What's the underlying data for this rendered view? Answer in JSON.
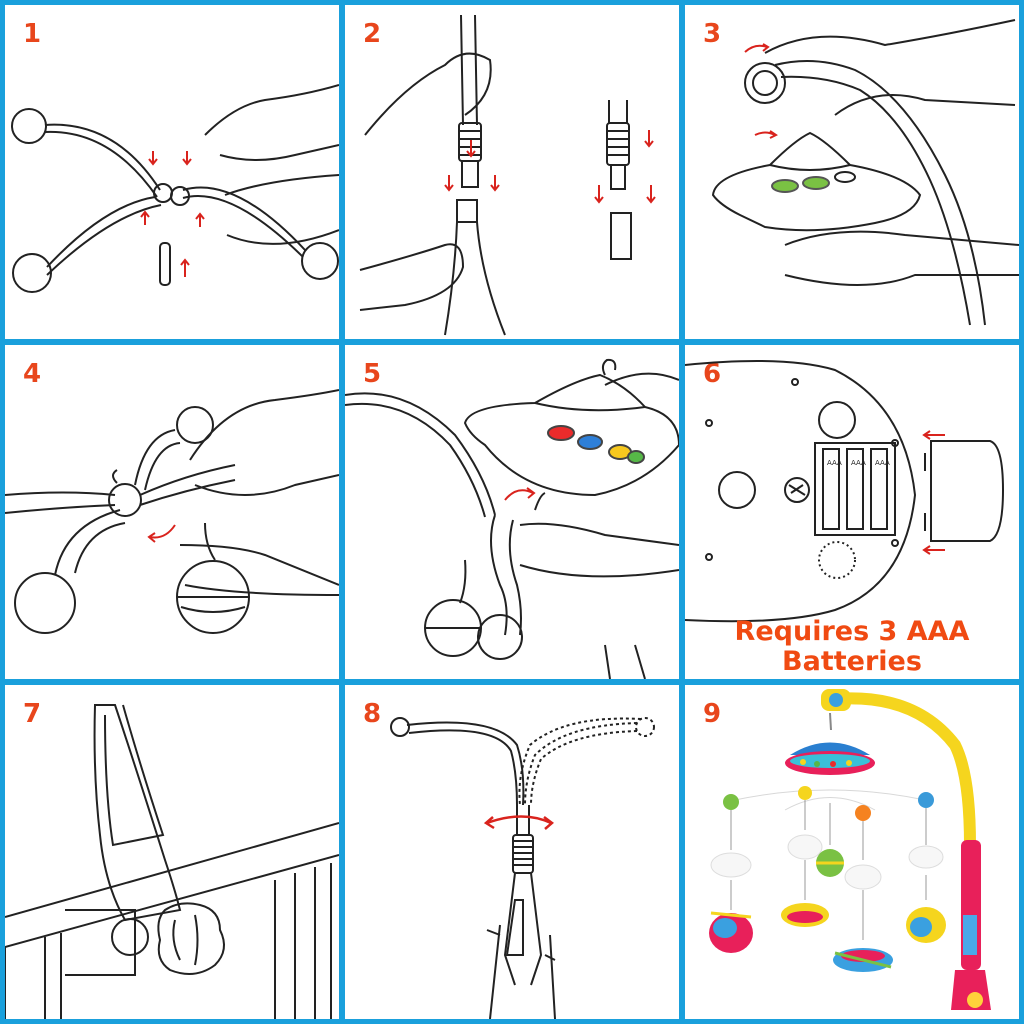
{
  "steps": [
    {
      "number": "1"
    },
    {
      "number": "2"
    },
    {
      "number": "3"
    },
    {
      "number": "4"
    },
    {
      "number": "5"
    },
    {
      "number": "6"
    },
    {
      "number": "7"
    },
    {
      "number": "8"
    },
    {
      "number": "9"
    }
  ],
  "battery_note": {
    "line1": "Requires 3 AAA",
    "line2": "Batteries"
  },
  "battery_labels": [
    "AAA",
    "AAA",
    "AAA"
  ],
  "colors": {
    "border": "#1aa0dc",
    "step_number": "#e8461c",
    "arrow": "#d9231d",
    "note_text": "#f04a12",
    "mobile_arm": "#f5d51e",
    "mobile_base": "#e8205a"
  }
}
